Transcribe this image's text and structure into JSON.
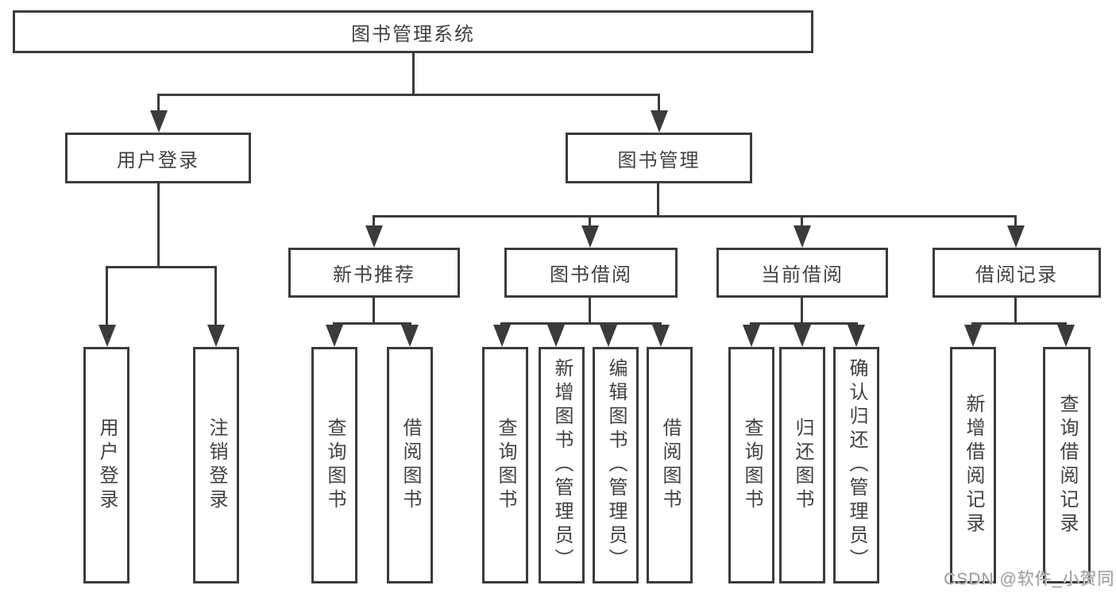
{
  "diagram": {
    "root": {
      "label": "图书管理系统"
    },
    "level2": {
      "user_login": {
        "label": "用户登录"
      },
      "book_mgmt": {
        "label": "图书管理"
      }
    },
    "level3": {
      "new_book_rec": {
        "label": "新书推荐"
      },
      "book_borrow": {
        "label": "图书借阅"
      },
      "current_borrow": {
        "label": "当前借阅"
      },
      "borrow_records": {
        "label": "借阅记录"
      }
    },
    "leaves": [
      {
        "label": "用户登录"
      },
      {
        "label": "注销登录"
      },
      {
        "label": "查询图书"
      },
      {
        "label": "借阅图书"
      },
      {
        "label": "查询图书"
      },
      {
        "label": "新增图书（管理员）"
      },
      {
        "label": "编辑图书（管理员）"
      },
      {
        "label": "借阅图书"
      },
      {
        "label": "查询图书"
      },
      {
        "label": "归还图书"
      },
      {
        "label": "确认归还（管理员）"
      },
      {
        "label": "新增借阅记录"
      },
      {
        "label": "查询借阅记录"
      }
    ]
  },
  "watermark": {
    "text": "CSDN @软件_小贺同学",
    "color": "#9e9e9e"
  },
  "colors": {
    "line": "#3b3b3b",
    "background": "#ffffff"
  }
}
